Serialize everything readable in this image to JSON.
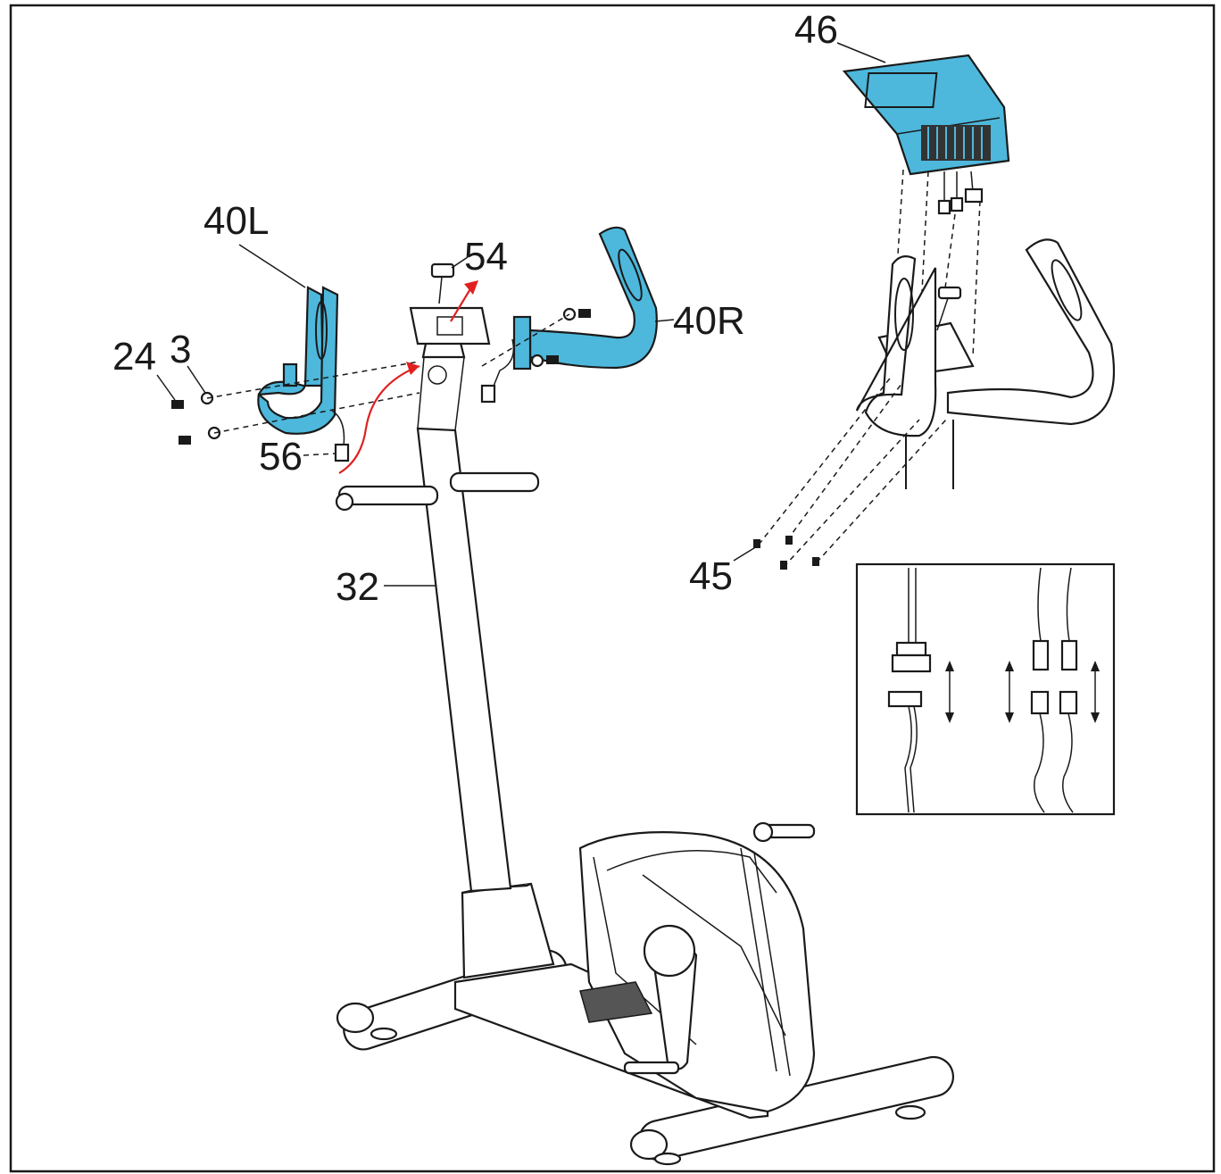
{
  "colors": {
    "highlight": "#4db8dc",
    "arrow": "#e02020",
    "line": "#1a1a1a",
    "background": "#ffffff"
  },
  "labels": {
    "p46": "46",
    "p40L": "40L",
    "p54": "54",
    "p40R": "40R",
    "p24": "24",
    "p3": "3",
    "p56": "56",
    "p45": "45",
    "p32": "32"
  }
}
